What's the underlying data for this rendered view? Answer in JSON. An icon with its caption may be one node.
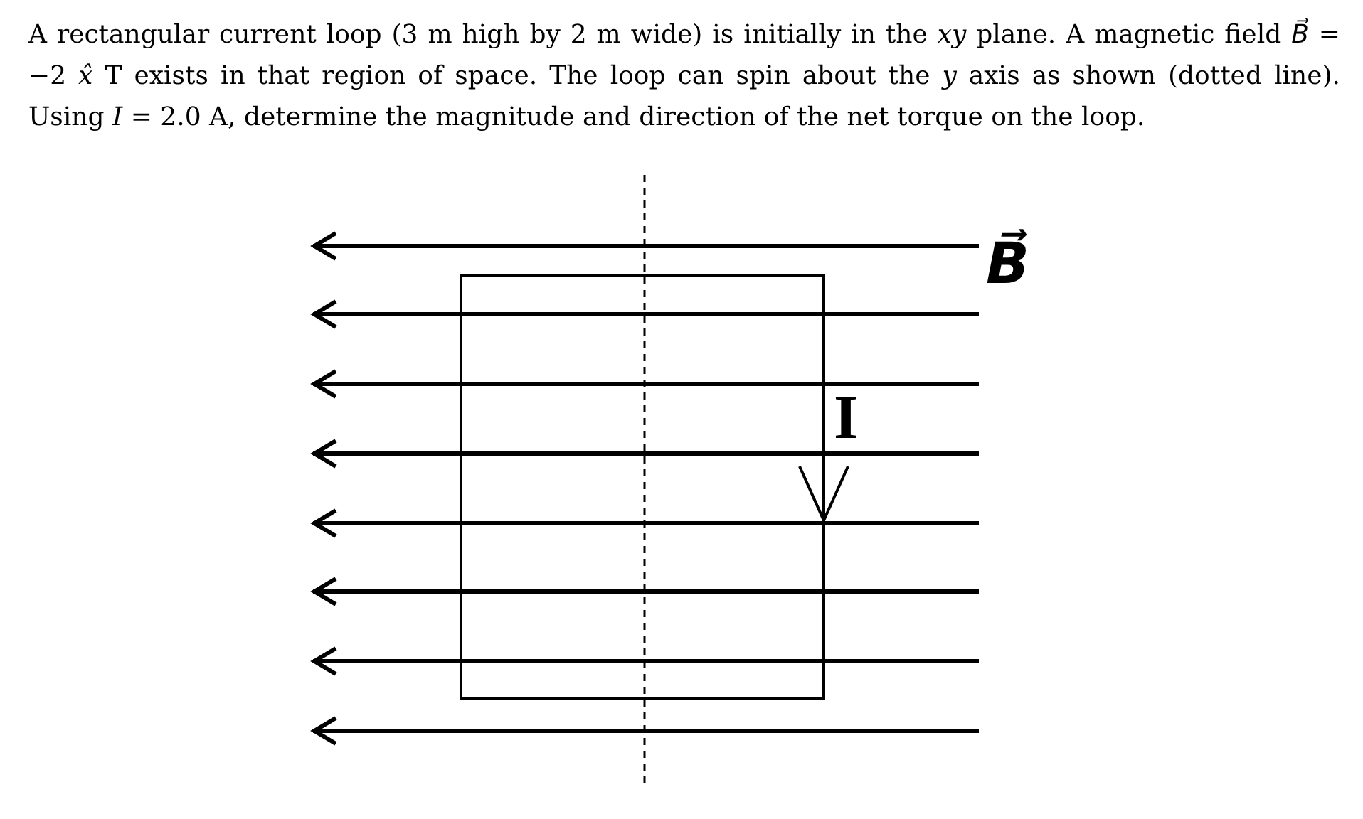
{
  "diagram": {
    "caption": "A rectangular current loop (3 m high by 2 m wide) is initially in the *xy* plane. A magnetic field *B⃗* = −2 *x̂* T exists in that region of space. The loop can spin about the *y* axis as shown (dotted line). Using *I* = 2.0 A, determine the magnitude and direction of the net torque on the loop.",
    "labels": [
      "B⃗",
      "I"
    ]
  }
}
